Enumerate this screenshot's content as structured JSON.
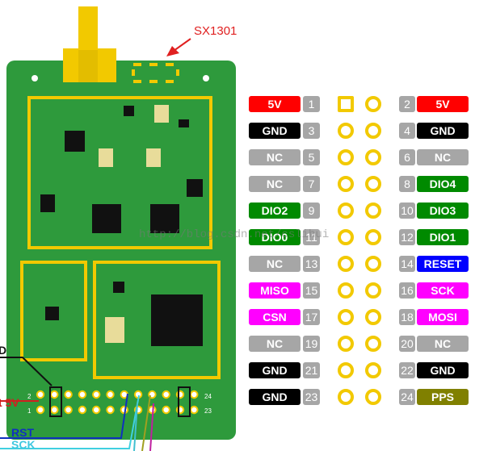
{
  "callout": {
    "chip_label": "SX1301"
  },
  "watermark": "http://blog.csdn.net/cslihui",
  "board": {
    "header_numbers": {
      "top_left": "2",
      "bottom_left": "1",
      "top_right": "24",
      "bottom_right": "23"
    },
    "edge_labels": {
      "d": "D",
      "five_v": "t 5V",
      "rst": "RST",
      "sck": "SCK"
    }
  },
  "colors": {
    "red": "#ff0000",
    "black": "#000000",
    "gray": "#a6a6a6",
    "green": "#008a00",
    "magenta": "#ff00ff",
    "blue": "#0000ff",
    "olive": "#808000",
    "pcb": "#2e9a3c",
    "silk": "#f2c900"
  },
  "pins_left": [
    {
      "num": "1",
      "label": "5V",
      "color": "#ff0000"
    },
    {
      "num": "3",
      "label": "GND",
      "color": "#000000"
    },
    {
      "num": "5",
      "label": "NC",
      "color": "#a6a6a6"
    },
    {
      "num": "7",
      "label": "NC",
      "color": "#a6a6a6"
    },
    {
      "num": "9",
      "label": "DIO2",
      "color": "#008a00"
    },
    {
      "num": "11",
      "label": "DIO0",
      "color": "#008a00"
    },
    {
      "num": "13",
      "label": "NC",
      "color": "#a6a6a6"
    },
    {
      "num": "15",
      "label": "MISO",
      "color": "#ff00ff"
    },
    {
      "num": "17",
      "label": "CSN",
      "color": "#ff00ff"
    },
    {
      "num": "19",
      "label": "NC",
      "color": "#a6a6a6"
    },
    {
      "num": "21",
      "label": "GND",
      "color": "#000000"
    },
    {
      "num": "23",
      "label": "GND",
      "color": "#000000"
    }
  ],
  "pins_right": [
    {
      "num": "2",
      "label": "5V",
      "color": "#ff0000"
    },
    {
      "num": "4",
      "label": "GND",
      "color": "#000000"
    },
    {
      "num": "6",
      "label": "NC",
      "color": "#a6a6a6"
    },
    {
      "num": "8",
      "label": "DIO4",
      "color": "#008a00"
    },
    {
      "num": "10",
      "label": "DIO3",
      "color": "#008a00"
    },
    {
      "num": "12",
      "label": "DIO1",
      "color": "#008a00"
    },
    {
      "num": "14",
      "label": "RESET",
      "color": "#0000ff"
    },
    {
      "num": "16",
      "label": "SCK",
      "color": "#ff00ff"
    },
    {
      "num": "18",
      "label": "MOSI",
      "color": "#ff00ff"
    },
    {
      "num": "20",
      "label": "NC",
      "color": "#a6a6a6"
    },
    {
      "num": "22",
      "label": "GND",
      "color": "#000000"
    },
    {
      "num": "24",
      "label": "PPS",
      "color": "#808000"
    }
  ]
}
